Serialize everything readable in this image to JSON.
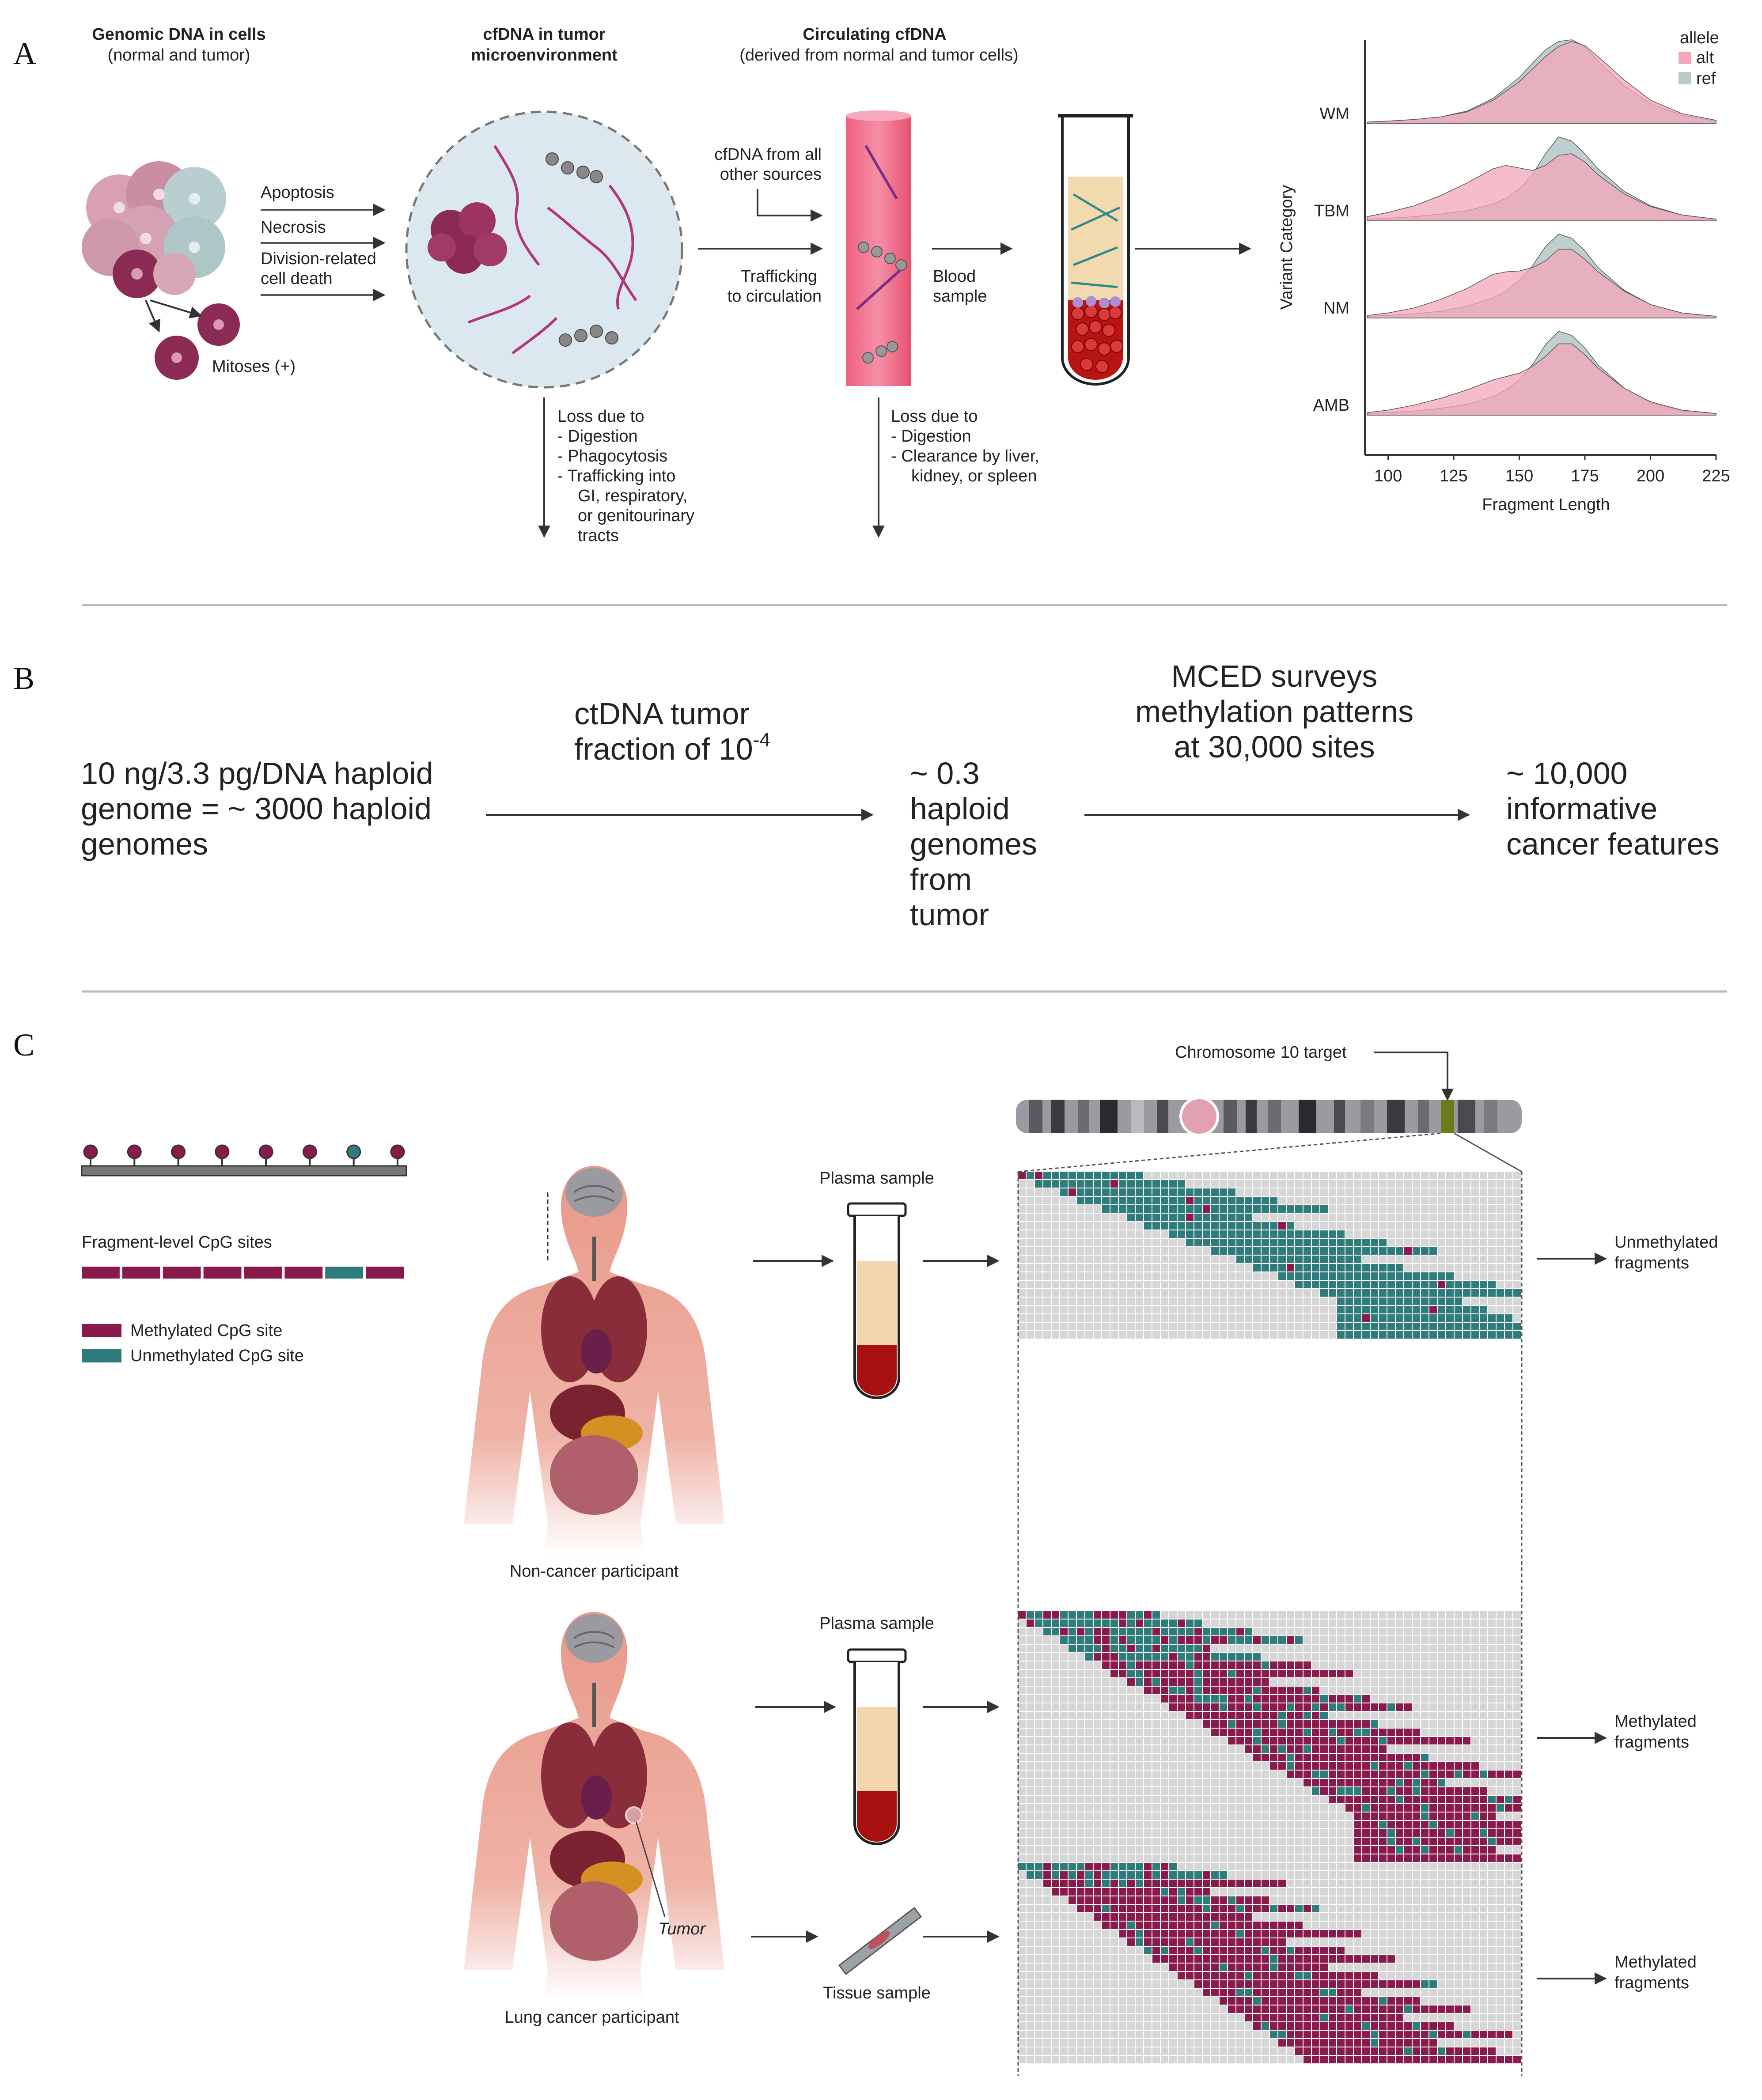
{
  "panels": {
    "a": {
      "letter": "A",
      "genomic_title": "Genomic DNA in cells",
      "genomic_sub": "(normal and tumor)",
      "micro_title_1": "cfDNA in tumor",
      "micro_title_2": "microenvironment",
      "circ_title": "Circulating cfDNA",
      "circ_sub": "(derived from normal and tumor cells)",
      "apoptosis": "Apoptosis",
      "necrosis": "Necrosis",
      "division_1": "Division-related",
      "division_2": "cell death",
      "mitoses": "Mitoses (+)",
      "other_sources_1": "cfDNA  from all",
      "other_sources_2": "other sources",
      "trafficking_1": "Trafficking",
      "trafficking_2": "to circulation",
      "blood_1": "Blood",
      "blood_2": "sample",
      "loss1": [
        "Loss due to",
        "-   Digestion",
        "-   Phagocytosis",
        "-   Trafficking into",
        "GI, respiratory,",
        "or genitourinary",
        "tracts"
      ],
      "loss2": [
        "Loss due to",
        "-   Digestion",
        "-   Clearance by liver,",
        "kidney, or spleen"
      ]
    },
    "b": {
      "letter": "B",
      "left": [
        "10 ng/3.3 pg/DNA haploid",
        "genome = ~ 3000 haploid",
        "genomes"
      ],
      "arrow1_label_1": "ctDNA tumor",
      "arrow1_label_2": "fraction of 10",
      "arrow1_label_exp": "-4",
      "middle": [
        "~ 0.3",
        "haploid",
        "genomes",
        "from",
        "tumor"
      ],
      "arrow2_label": [
        "MCED surveys",
        "methylation patterns",
        "at 30,000 sites"
      ],
      "right": [
        "~ 10,000",
        "informative",
        "cancer features"
      ]
    },
    "c": {
      "letter": "C",
      "fragment_label": "Fragment-level CpG sites",
      "legend_methylated": "Methylated CpG site",
      "legend_unmethylated": "Unmethylated CpG site",
      "chromosome_label": "Chromosome 10 target",
      "plasma_1": "Plasma sample",
      "plasma_2": "Plasma sample",
      "tissue": "Tissue sample",
      "non_cancer": "Non-cancer participant",
      "lung_cancer": "Lung cancer participant",
      "tumor": "Tumor",
      "unmeth_frag_1": "Unmethylated",
      "unmeth_frag_2": "fragments",
      "meth_frag_a_1": "Methylated",
      "meth_frag_a_2": "fragments",
      "meth_frag_b_1": "Methylated",
      "meth_frag_b_2": "fragments"
    }
  },
  "colors": {
    "methylated": "#8a1a4b",
    "unmethylated": "#2e7b7b",
    "empty": "#d6d6d6",
    "alt": "#f4a6b8",
    "ref": "#b8c9c9",
    "overlap": "#c9a3ae"
  },
  "chart_data": {
    "type": "area",
    "xlabel": "Fragment Length",
    "ylabel": "Variant Category",
    "xlim": [
      92,
      225
    ],
    "xticks": [
      100,
      125,
      150,
      175,
      200,
      225
    ],
    "legend": {
      "title": "allele",
      "placement": "top-right",
      "entries": [
        "alt",
        "ref"
      ]
    },
    "grid": false,
    "categories": [
      "WM",
      "TBM",
      "NM",
      "AMB"
    ],
    "series": [
      {
        "name": "alt",
        "category": "WM",
        "x": [
          92,
          100,
          110,
          120,
          130,
          140,
          150,
          155,
          160,
          165,
          170,
          175,
          180,
          190,
          200,
          212,
          225
        ],
        "y": [
          0.02,
          0.03,
          0.05,
          0.08,
          0.14,
          0.28,
          0.5,
          0.65,
          0.8,
          0.92,
          0.98,
          0.93,
          0.8,
          0.52,
          0.28,
          0.12,
          0.04
        ]
      },
      {
        "name": "ref",
        "category": "WM",
        "x": [
          92,
          100,
          110,
          120,
          130,
          140,
          150,
          155,
          160,
          165,
          170,
          175,
          180,
          190,
          200,
          212,
          225
        ],
        "y": [
          0.02,
          0.03,
          0.05,
          0.08,
          0.15,
          0.3,
          0.55,
          0.72,
          0.88,
          0.98,
          1.0,
          0.92,
          0.75,
          0.45,
          0.24,
          0.1,
          0.03
        ]
      },
      {
        "name": "alt",
        "category": "TBM",
        "x": [
          92,
          100,
          110,
          120,
          130,
          140,
          145,
          150,
          155,
          160,
          165,
          170,
          175,
          180,
          190,
          200,
          212,
          225
        ],
        "y": [
          0.05,
          0.1,
          0.18,
          0.3,
          0.45,
          0.62,
          0.66,
          0.63,
          0.6,
          0.66,
          0.78,
          0.8,
          0.7,
          0.55,
          0.32,
          0.17,
          0.07,
          0.02
        ]
      },
      {
        "name": "ref",
        "category": "TBM",
        "x": [
          92,
          100,
          110,
          120,
          130,
          140,
          145,
          150,
          155,
          160,
          165,
          170,
          175,
          180,
          190,
          200,
          212,
          225
        ],
        "y": [
          0.02,
          0.03,
          0.05,
          0.08,
          0.12,
          0.2,
          0.27,
          0.38,
          0.55,
          0.8,
          1.0,
          0.95,
          0.8,
          0.62,
          0.35,
          0.18,
          0.07,
          0.02
        ]
      },
      {
        "name": "alt",
        "category": "NM",
        "x": [
          92,
          100,
          110,
          120,
          130,
          140,
          145,
          150,
          155,
          160,
          165,
          170,
          175,
          180,
          190,
          200,
          212,
          225
        ],
        "y": [
          0.03,
          0.06,
          0.12,
          0.22,
          0.35,
          0.52,
          0.55,
          0.56,
          0.6,
          0.68,
          0.82,
          0.82,
          0.7,
          0.55,
          0.32,
          0.16,
          0.06,
          0.02
        ]
      },
      {
        "name": "ref",
        "category": "NM",
        "x": [
          92,
          100,
          110,
          120,
          130,
          140,
          145,
          150,
          155,
          160,
          165,
          170,
          175,
          180,
          190,
          200,
          212,
          225
        ],
        "y": [
          0.02,
          0.03,
          0.05,
          0.08,
          0.14,
          0.24,
          0.32,
          0.45,
          0.62,
          0.85,
          1.0,
          0.95,
          0.8,
          0.6,
          0.33,
          0.16,
          0.06,
          0.02
        ]
      },
      {
        "name": "alt",
        "category": "AMB",
        "x": [
          92,
          100,
          110,
          120,
          130,
          140,
          145,
          150,
          155,
          160,
          165,
          170,
          175,
          180,
          190,
          200,
          212,
          225
        ],
        "y": [
          0.03,
          0.06,
          0.12,
          0.2,
          0.3,
          0.42,
          0.46,
          0.5,
          0.58,
          0.7,
          0.85,
          0.85,
          0.72,
          0.56,
          0.32,
          0.16,
          0.06,
          0.02
        ]
      },
      {
        "name": "ref",
        "category": "AMB",
        "x": [
          92,
          100,
          110,
          120,
          130,
          140,
          145,
          150,
          155,
          160,
          165,
          170,
          175,
          180,
          190,
          200,
          212,
          225
        ],
        "y": [
          0.02,
          0.03,
          0.05,
          0.08,
          0.13,
          0.22,
          0.3,
          0.42,
          0.6,
          0.84,
          1.0,
          0.95,
          0.8,
          0.6,
          0.32,
          0.15,
          0.05,
          0.02
        ]
      }
    ]
  }
}
